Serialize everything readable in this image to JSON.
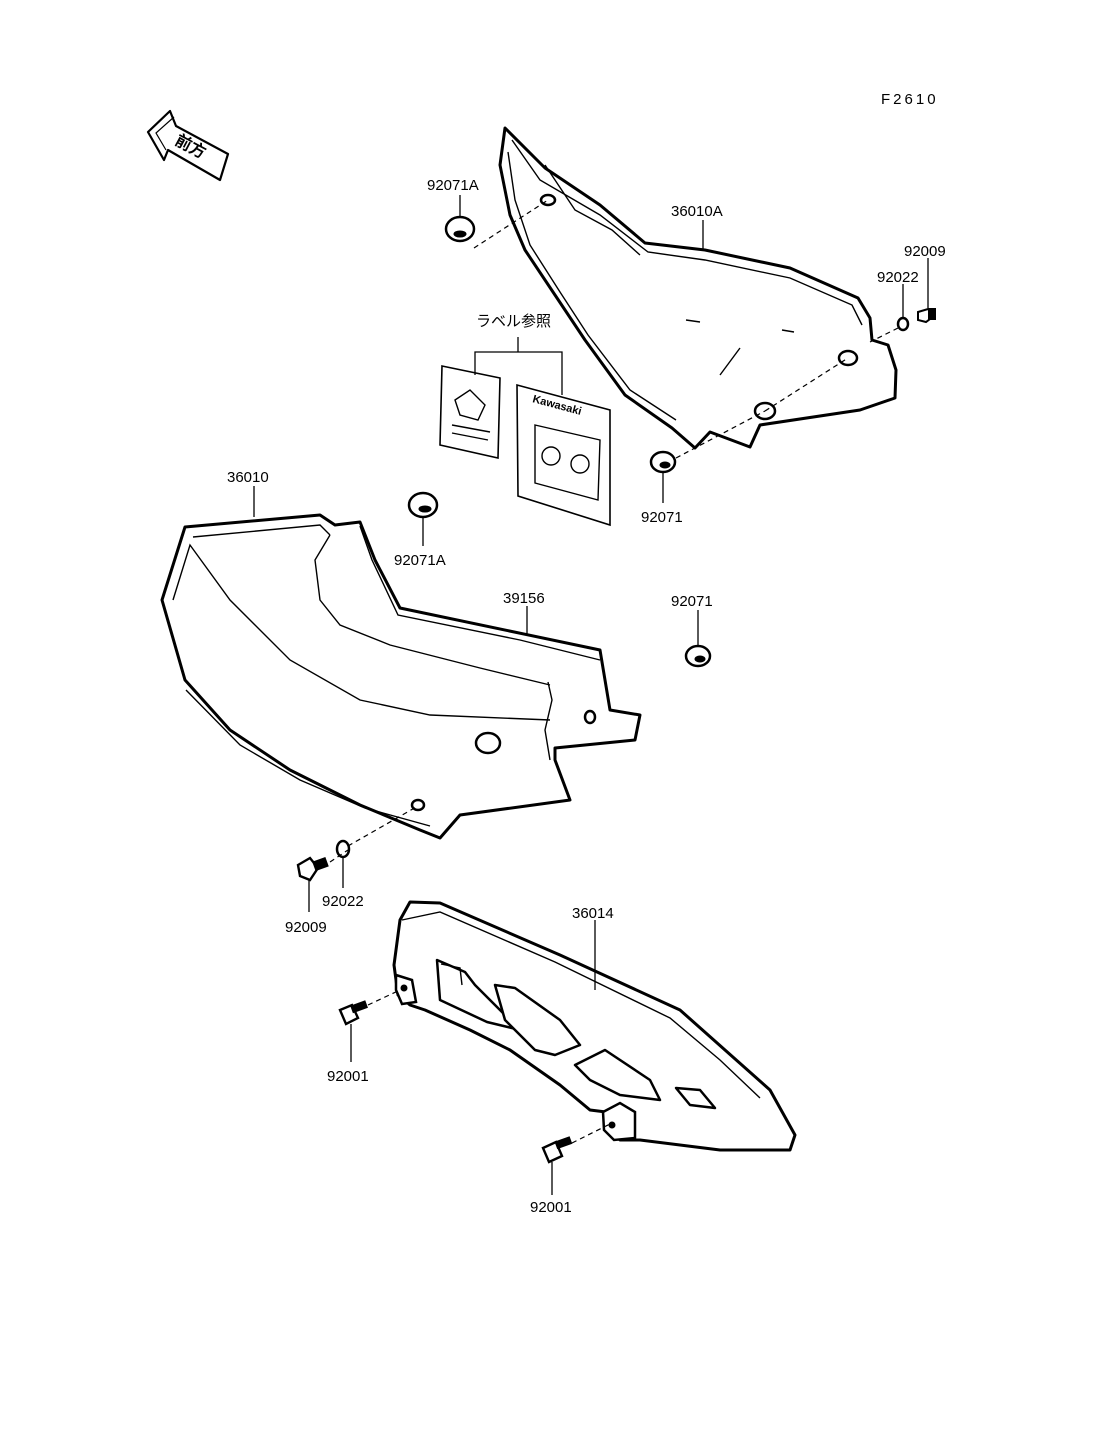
{
  "figure_code": "F2610",
  "direction_arrow": {
    "text": "前方"
  },
  "label_ref": {
    "text": "ラベル参照"
  },
  "decal_brand": "Kawasaki",
  "callouts": {
    "p_36010A": "36010A",
    "p_92071A_top": "92071A",
    "p_92009_top": "92009",
    "p_92022_top": "92022",
    "p_92071_right": "92071",
    "p_36010": "36010",
    "p_92071A_mid": "92071A",
    "p_39156": "39156",
    "p_92071_mid": "92071",
    "p_92022_bottom": "92022",
    "p_92009_bottom": "92009",
    "p_36014": "36014",
    "p_92001_left": "92001",
    "p_92001_bottom": "92001"
  }
}
